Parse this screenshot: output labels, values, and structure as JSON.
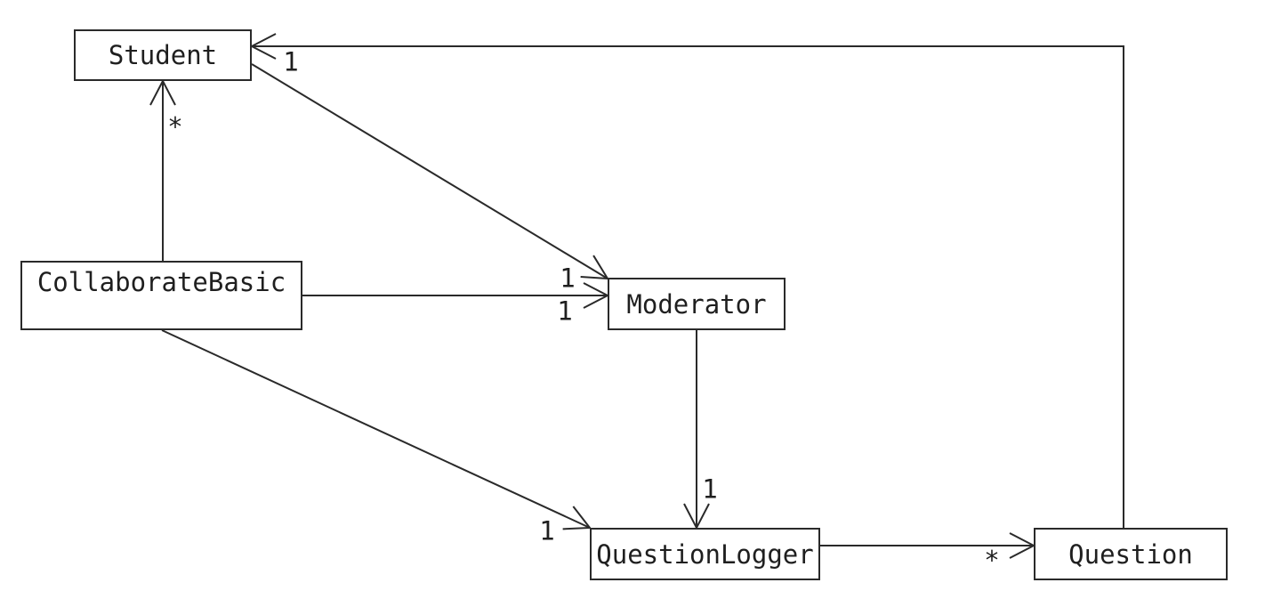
{
  "diagram": {
    "kind": "uml-class-diagram",
    "background_color": "#ffffff",
    "line_color": "#2a2a2a",
    "text_color": "#1f1f1f",
    "nodes": [
      {
        "id": "student",
        "label": "Student"
      },
      {
        "id": "collaborate-basic",
        "label": "CollaborateBasic"
      },
      {
        "id": "moderator",
        "label": "Moderator"
      },
      {
        "id": "question-logger",
        "label": "QuestionLogger"
      },
      {
        "id": "question",
        "label": "Question"
      }
    ],
    "edges": [
      {
        "from": "CollaborateBasic",
        "to": "Student",
        "label": "*",
        "arrowhead": "open"
      },
      {
        "from": "Student",
        "to": "Moderator",
        "label": "1",
        "arrowhead": "open"
      },
      {
        "from": "CollaborateBasic",
        "to": "Moderator",
        "label": "1",
        "arrowhead": "open"
      },
      {
        "from": "Moderator",
        "to": "QuestionLogger",
        "label": "1",
        "arrowhead": "open"
      },
      {
        "from": "CollaborateBasic",
        "to": "QuestionLogger",
        "label": "1",
        "arrowhead": "open"
      },
      {
        "from": "QuestionLogger",
        "to": "Question",
        "label": "*",
        "arrowhead": "open"
      },
      {
        "from": "Question",
        "to": "Student",
        "label": "1",
        "arrowhead": "open"
      }
    ]
  }
}
